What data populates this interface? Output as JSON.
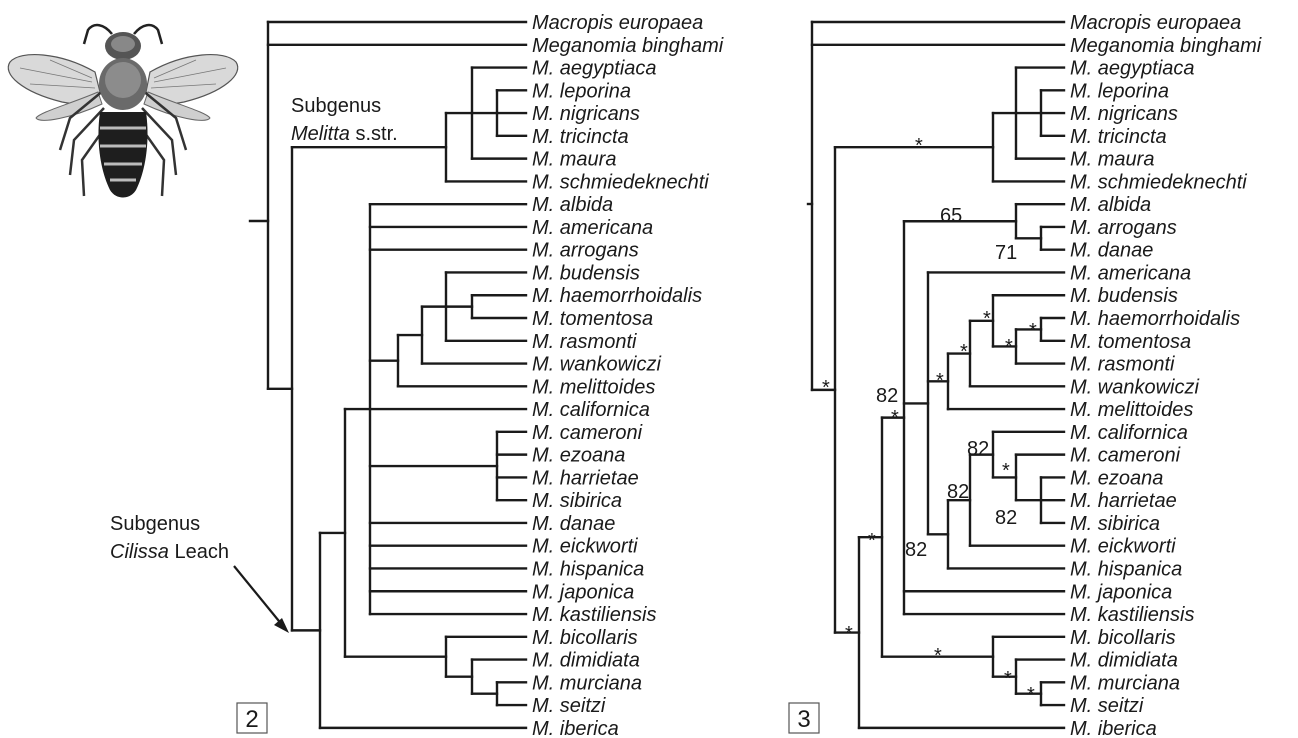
{
  "left_tree": {
    "figure_number": "2",
    "taxa": [
      "Macropis europaea",
      "Meganomia binghami",
      "M. aegyptiaca",
      "M. leporina",
      "M. nigricans",
      "M. tricincta",
      "M. maura",
      "M. schmiedeknechti",
      "M. albida",
      "M. americana",
      "M. arrogans",
      "M. budensis",
      "M. haemorrhoidalis",
      "M. tomentosa",
      "M. rasmonti",
      "M. wankowiczi",
      "M. melittoides",
      "M. californica",
      "M. cameroni",
      "M. ezoana",
      "M. harrietae",
      "M. sibirica",
      "M. danae",
      "M. eickworti",
      "M. hispanica",
      "M. japonica",
      "M. kastiliensis",
      "M. bicollaris",
      "M. dimidiata",
      "M. murciana",
      "M. seitzi",
      "M. iberica"
    ],
    "annotations": {
      "melitta_line1": "Subgenus",
      "melitta_line2_italic": "Melitta",
      "melitta_line2_rest": " s.str.",
      "cilissa_line1": "Subgenus",
      "cilissa_line2_italic": "Cilissa",
      "cilissa_line2_rest": " Leach"
    }
  },
  "right_tree": {
    "figure_number": "3",
    "taxa": [
      "Macropis europaea",
      "Meganomia binghami",
      "M. aegyptiaca",
      "M. leporina",
      "M. nigricans",
      "M. tricincta",
      "M. maura",
      "M. schmiedeknechti",
      "M. albida",
      "M. arrogans",
      "M. danae",
      "M. americana",
      "M. budensis",
      "M. haemorrhoidalis",
      "M. tomentosa",
      "M. rasmonti",
      "M. wankowiczi",
      "M. melittoides",
      "M. californica",
      "M. cameroni",
      "M. ezoana",
      "M. harrietae",
      "M. sibirica",
      "M. eickworti",
      "M. hispanica",
      "M. japonica",
      "M. kastiliensis",
      "M. bicollaris",
      "M. dimidiata",
      "M. murciana",
      "M. seitzi",
      "M. iberica"
    ],
    "support_values": {
      "melitta_clade": "*",
      "albida_clade": "65",
      "arrogans_danae": "71",
      "root_ingroup": "*",
      "cilissa_core": "82",
      "cilissa_core_star": "*",
      "cilissa_clade": "*",
      "cilissa_all": "*",
      "budensis_group": "*",
      "budensis_inner": "*",
      "haem_tomentosa": "*",
      "haem_rasmonti": "*",
      "melittoides_group": "*",
      "californica_group": "82",
      "cameroni_group": "*",
      "harrietae_sibirica": "82",
      "eickworti_group": "82",
      "hispanica_group": "82",
      "bicollaris_group": "*",
      "dimidiata_group": "*",
      "murciana_seitzi": "*"
    }
  }
}
